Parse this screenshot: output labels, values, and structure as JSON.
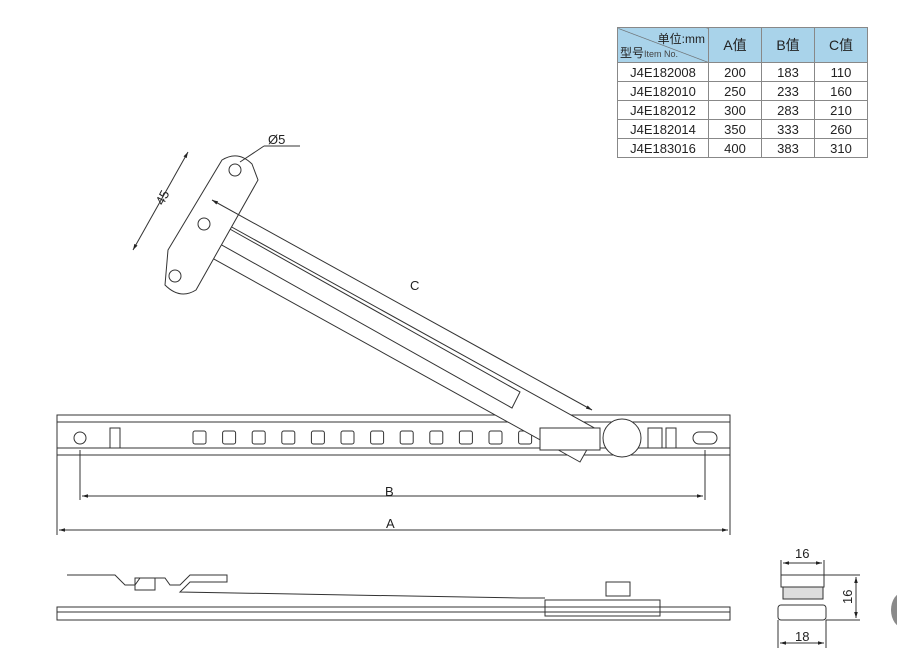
{
  "spec_table": {
    "unit_label": "单位:mm",
    "model_label": "型号",
    "item_no_label": "Item No.",
    "columns": [
      "A值",
      "B值",
      "C值"
    ],
    "rows": [
      {
        "model": "J4E182008",
        "a": "200",
        "b": "183",
        "c": "110"
      },
      {
        "model": "J4E182010",
        "a": "250",
        "b": "233",
        "c": "160"
      },
      {
        "model": "J4E182012",
        "a": "300",
        "b": "283",
        "c": "210"
      },
      {
        "model": "J4E182014",
        "a": "350",
        "b": "333",
        "c": "260"
      },
      {
        "model": "J4E183016",
        "a": "400",
        "b": "383",
        "c": "310"
      }
    ]
  },
  "dimensions": {
    "a": "A",
    "b": "B",
    "c": "C",
    "plate_length": "45",
    "hole_diameter": "Ø5",
    "side_width_top": "16",
    "side_height": "16",
    "side_width_bottom": "18"
  }
}
